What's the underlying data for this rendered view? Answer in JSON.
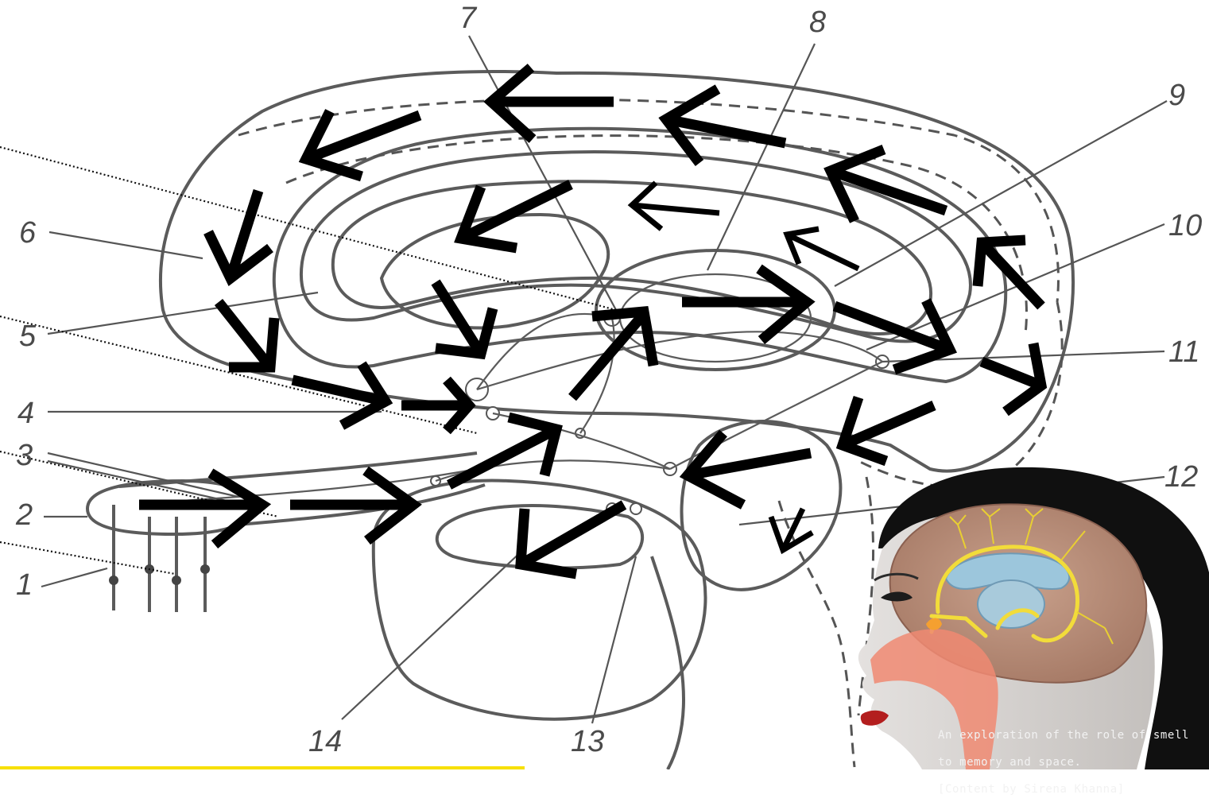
{
  "figure": {
    "labels": [
      {
        "id": "1",
        "text": "1"
      },
      {
        "id": "2",
        "text": "2"
      },
      {
        "id": "3",
        "text": "3"
      },
      {
        "id": "4",
        "text": "4"
      },
      {
        "id": "5",
        "text": "5"
      },
      {
        "id": "6",
        "text": "6"
      },
      {
        "id": "7",
        "text": "7"
      },
      {
        "id": "8",
        "text": "8"
      },
      {
        "id": "9",
        "text": "9"
      },
      {
        "id": "10",
        "text": "10"
      },
      {
        "id": "11",
        "text": "11"
      },
      {
        "id": "12",
        "text": "12"
      },
      {
        "id": "13",
        "text": "13"
      },
      {
        "id": "14",
        "text": "14"
      }
    ]
  },
  "caption": {
    "line1": "An exploration of the role of smell",
    "line2": "to memory and space.",
    "line3": "[Content by Sirena Khanna]"
  },
  "colors": {
    "ink": "#5b5b5b",
    "arrows": "#000000",
    "hair": "#101010",
    "brain": "#b88e7a",
    "skin": "#d9d6d4",
    "nasal": "#f08a72",
    "pathway": "#f2dc3a",
    "footer_yellow": "#f7e000"
  }
}
